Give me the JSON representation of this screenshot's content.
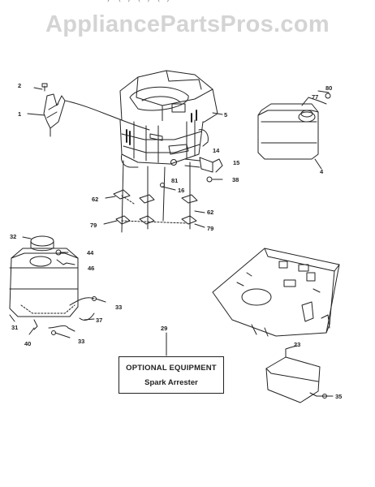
{
  "watermark": "AppliancePartsPros.com",
  "top_fragment": "' / ( ) ( ) ( )",
  "callout": {
    "line1": "OPTIONAL EQUIPMENT",
    "line2": "Spark Arrester"
  },
  "part_numbers": {
    "p1": "1",
    "p2": "2",
    "p5": "5",
    "p4": "4",
    "p80": "80",
    "p77": "77",
    "p14": "14",
    "p15": "15",
    "p81": "81",
    "p16": "16",
    "p38": "38",
    "p62a": "62",
    "p62b": "62",
    "p79a": "79",
    "p79b": "79",
    "p32": "32",
    "p44": "44",
    "p46": "46",
    "p31": "31",
    "p40": "40",
    "p33a": "33",
    "p33b": "33",
    "p37": "37",
    "p29": "29",
    "p23": "23",
    "p35": "35"
  }
}
